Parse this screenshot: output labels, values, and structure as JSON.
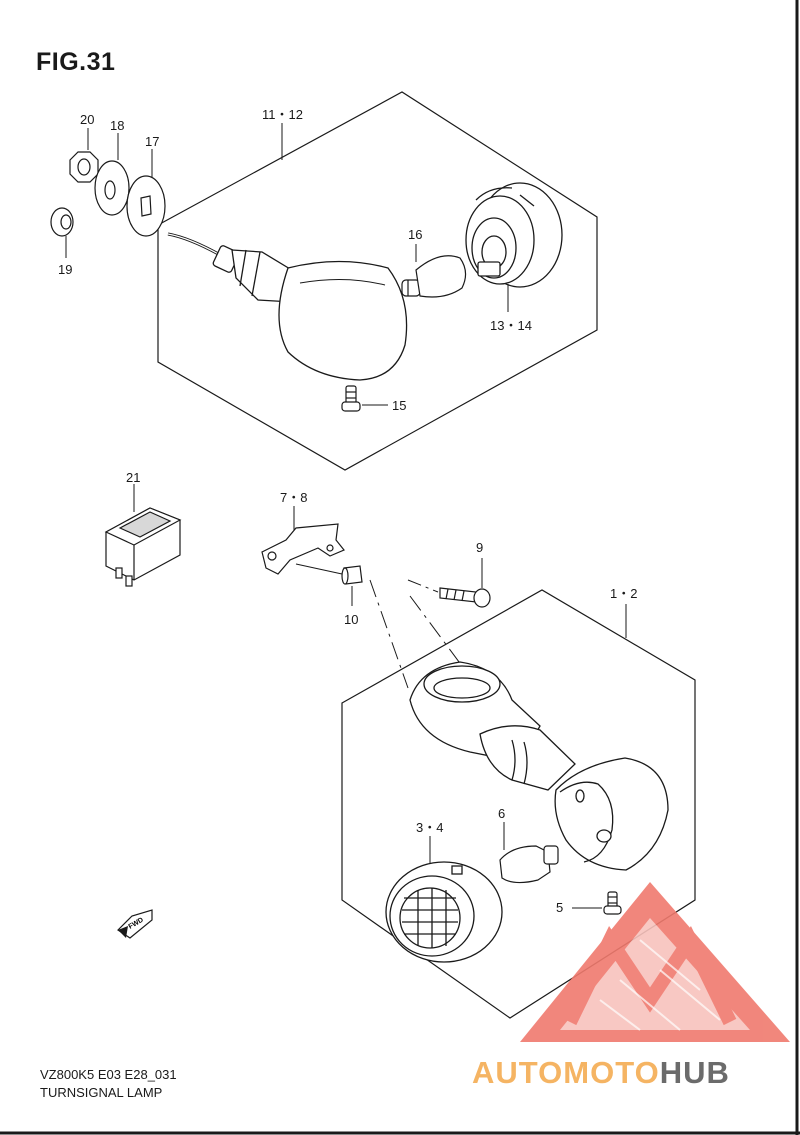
{
  "figure": {
    "title": "FIG.31",
    "model_code": "VZ800K5 E03 E28_031",
    "section_name": "TURNSIGNAL LAMP",
    "forward_arrow_label": "FWD"
  },
  "callouts": {
    "p20": "20",
    "p18": "18",
    "p17": "17",
    "p19": "19",
    "p11_12": "11・12",
    "p16": "16",
    "p13_14": "13・14",
    "p15": "15",
    "p21": "21",
    "p7_8": "7・8",
    "p9": "9",
    "p10": "10",
    "p1_2": "1・2",
    "p3_4": "3・4",
    "p6": "6",
    "p5": "5"
  },
  "watermark": {
    "text_part1": "AUTOMOTO",
    "text_part2": "HUB",
    "color_logo": "#f07a6e",
    "color_text1": "#f5b463",
    "color_text2": "#6b6b6b"
  },
  "colors": {
    "line": "#1a1a1a",
    "border": "#1a1a1a"
  }
}
